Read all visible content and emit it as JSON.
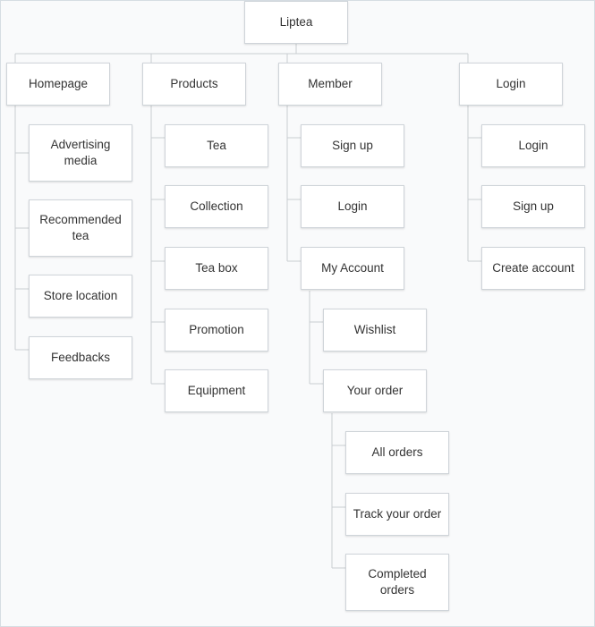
{
  "root": {
    "label": "Liptea"
  },
  "homepage": {
    "label": "Homepage",
    "children": [
      "Advertising media",
      "Recommended tea",
      "Store location",
      "Feedbacks"
    ]
  },
  "products": {
    "label": "Products",
    "children": [
      "Tea",
      "Collection",
      "Tea box",
      "Promotion",
      "Equipment"
    ]
  },
  "member": {
    "label": "Member",
    "children": [
      "Sign up",
      "Login",
      "My Account"
    ],
    "my_account": {
      "children": [
        "Wishlist",
        "Your order"
      ],
      "your_order": {
        "children": [
          "All orders",
          "Track your order",
          "Completed orders"
        ]
      }
    }
  },
  "login": {
    "label": "Login",
    "children": [
      "Login",
      "Sign up",
      "Create account"
    ]
  }
}
